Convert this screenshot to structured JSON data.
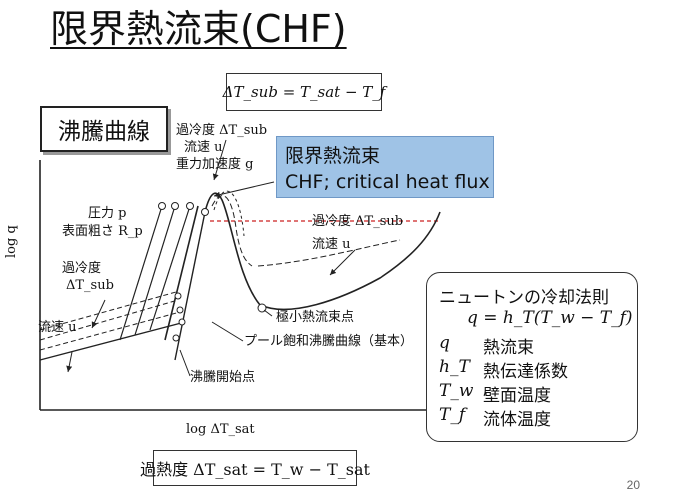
{
  "title": "限界熱流束(CHF)",
  "top_formula": "ΔT_sub = T_sat − T_f",
  "curve_box_label": "沸騰曲線",
  "chf_box": {
    "line1": "限界熱流束",
    "line2": "CHF; critical heat flux"
  },
  "diagram": {
    "y_axis_label": "log q",
    "x_axis_label": "log ΔT_sat",
    "label_subcool_top_line1": "過冷度 ΔT_sub",
    "label_subcool_top_line2": "流速 u",
    "label_subcool_top_line3": "重力加速度 g",
    "label_pressure": "圧力 p",
    "label_roughness": "表面粗さ R_p",
    "label_subcool_left_line1": "過冷度",
    "label_subcool_left_line2": "ΔT_sub",
    "label_velocity_left": "流速 u",
    "label_subcool_right": "過冷度 ΔT_sub",
    "label_velocity_right": "流速 u",
    "label_min_heat_flux": "極小熱流束点",
    "label_pool_curve": "プール飽和沸騰曲線（基本）",
    "label_onset": "沸騰開始点"
  },
  "newton_box": {
    "heading": "ニュートンの冷却法則",
    "formula": "q = h_T(T_w − T_f)",
    "rows": [
      {
        "symbol": "q",
        "meaning": "熱流束"
      },
      {
        "symbol": "h_T",
        "meaning": "熱伝達係数"
      },
      {
        "symbol": "T_w",
        "meaning": "壁面温度"
      },
      {
        "symbol": "T_f",
        "meaning": "流体温度"
      }
    ]
  },
  "bottom_formula": "過熱度 ΔT_sat = T_w − T_sat",
  "page_number": "20",
  "colors": {
    "chf_box_fill": "#9fc3e6",
    "chf_line": "#cc2222"
  }
}
